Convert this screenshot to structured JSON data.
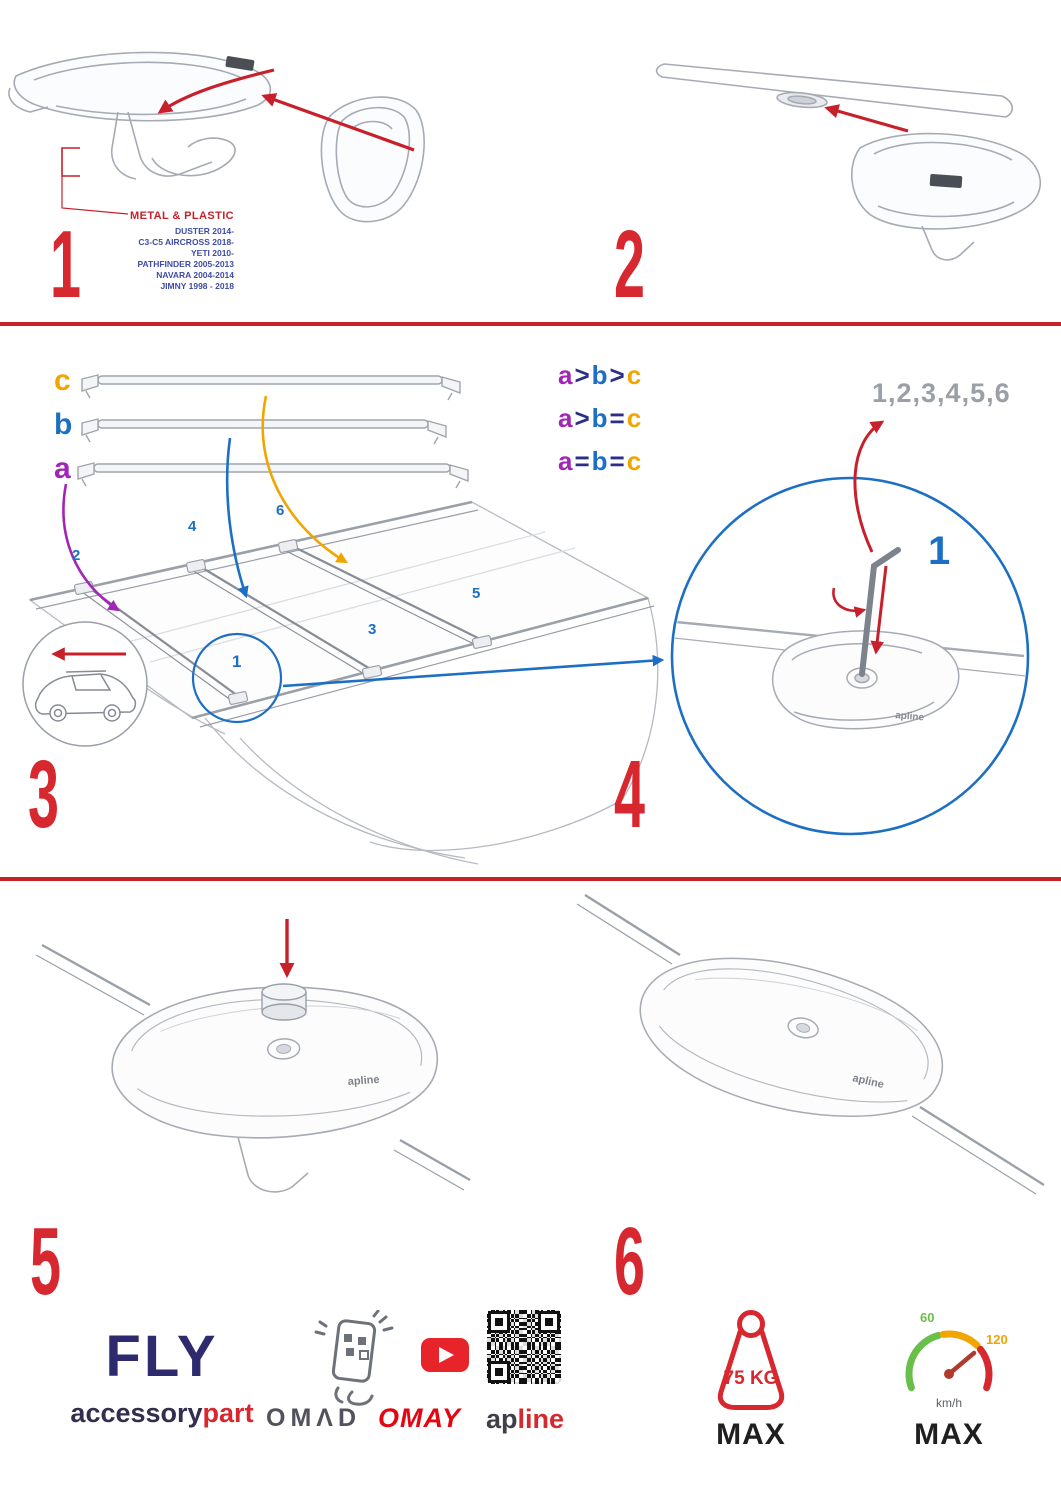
{
  "colors": {
    "red": "#c8202a",
    "blue": "#1d6fc4",
    "purple": "#a126b5",
    "orange": "#f0a500",
    "navy": "#2b2f86",
    "gray": "#9aa0a6"
  },
  "step_numbers": [
    "1",
    "2",
    "3",
    "4",
    "5",
    "6"
  ],
  "panel1": {
    "material_label": "METAL & PLASTIC",
    "vehicle_models": [
      "DUSTER 2014-",
      "C3-C5 AIRCROSS 2018-",
      "YETI 2010-",
      "PATHFINDER 2005-2013",
      "NAVARA 2004-2014",
      "JIMNY 1998 - 2018"
    ]
  },
  "panel3": {
    "bar_labels": {
      "top": "c",
      "middle": "b",
      "bottom": "a"
    },
    "formulas": [
      {
        "a": "a",
        "op1": ">",
        "b": "b",
        "op2": ">",
        "c": "c"
      },
      {
        "a": "a",
        "op1": ">",
        "b": "b",
        "op2": "=",
        "c": "c"
      },
      {
        "a": "a",
        "op1": "=",
        "b": "b",
        "op2": "=",
        "c": "c"
      }
    ],
    "mount_points": {
      "p1": "1",
      "p2": "2",
      "p3": "3",
      "p4": "4",
      "p5": "5",
      "p6": "6"
    }
  },
  "panel4": {
    "tighten_sequence": "1,2,3,4,5,6",
    "callout_number": "1"
  },
  "drawing": {
    "brand_patch": "apline"
  },
  "footer": {
    "brand_fly": "FLY",
    "brand_accessory": "accessory",
    "brand_part": "part",
    "brand_omad": "OMΛD",
    "brand_omay": "OMAY",
    "brand_apline_prefix": "ap",
    "brand_apline_suffix": "line",
    "weight_value": "75 KG",
    "weight_max": "MAX",
    "speed_min": "60",
    "speed_max_value": "120",
    "speed_unit": "km/h",
    "speed_max": "MAX"
  }
}
